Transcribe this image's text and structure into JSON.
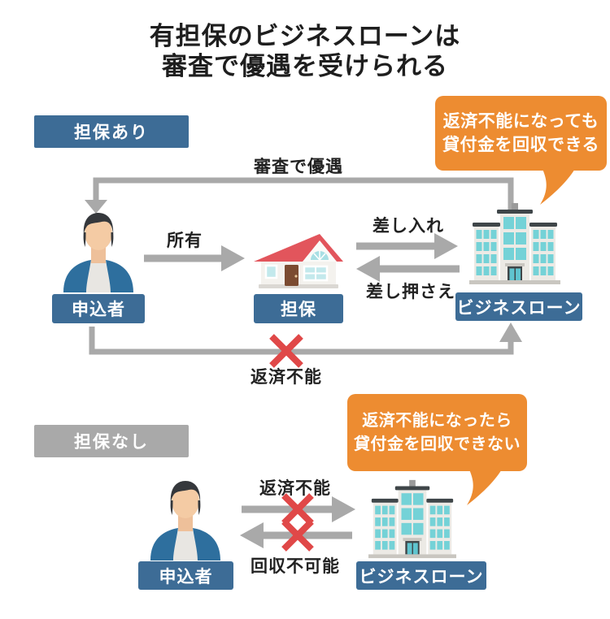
{
  "colors": {
    "accent_blue": "#3d6c96",
    "box_gray": "#a9a9a9",
    "bubble_orange": "#ed8c31",
    "cross_red": "#e04848",
    "arrow_gray": "#a9a9a9",
    "title_text": "#1e1e1e"
  },
  "title": {
    "line1": "有担保のビジネスローンは",
    "line2": "審査で優遇を受けられる"
  },
  "secured": {
    "tag": "担保あり",
    "bubble_line1": "返済不能になっても",
    "bubble_line2": "貸付金を回収できる",
    "screening_arrow_label": "審査で優遇",
    "applicant": "申込者",
    "own_arrow_label": "所有",
    "collateral": "担保",
    "pledge_arrow_label": "差し入れ",
    "seizure_arrow_label": "差し押さえ",
    "lender": "ビジネスローン",
    "default_arrow_label": "返済不能"
  },
  "unsecured": {
    "tag": "担保なし",
    "bubble_line1": "返済不能になったら",
    "bubble_line2": "貸付金を回収できない",
    "applicant": "申込者",
    "default_arrow_label": "返済不能",
    "recovery_arrow_label": "回収不可能",
    "lender": "ビジネスローン"
  }
}
